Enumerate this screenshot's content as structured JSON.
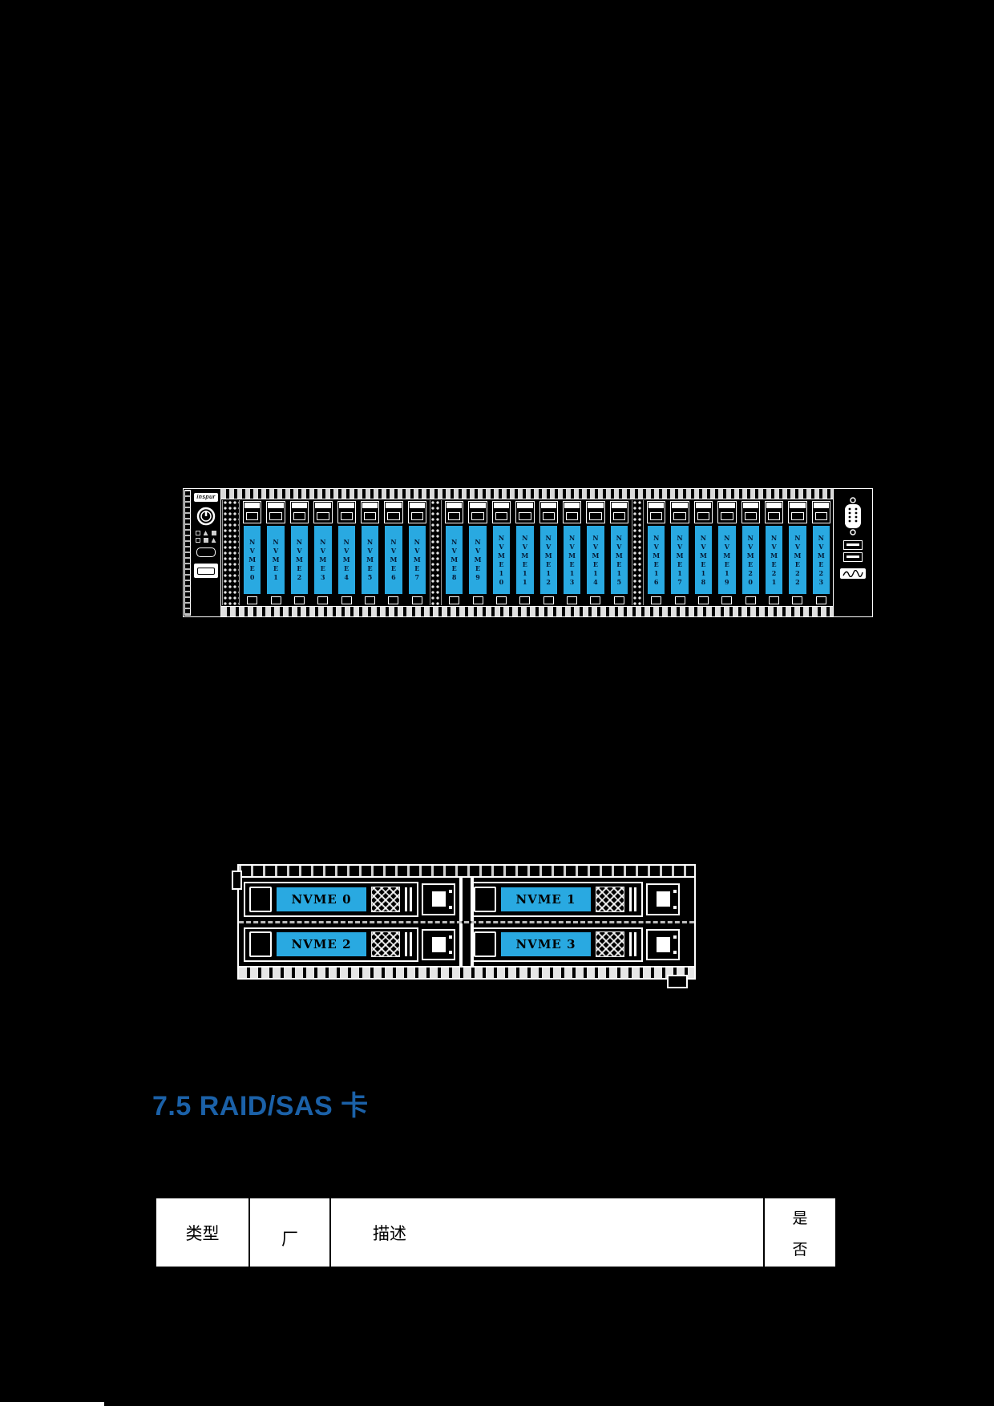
{
  "page": {
    "background": "#000000"
  },
  "colors": {
    "bay_fill": "#29A9E1",
    "heading_blue": "#1B61A8"
  },
  "server24": {
    "brand": "inspur",
    "bays": [
      "NVME0",
      "NVME1",
      "NVME2",
      "NVME3",
      "NVME4",
      "NVME5",
      "NVME6",
      "NVME7",
      "NVME8",
      "NVME9",
      "NVME10",
      "NVME11",
      "NVME12",
      "NVME13",
      "NVME14",
      "NVME15",
      "NVME16",
      "NVME17",
      "NVME18",
      "NVME19",
      "NVME20",
      "NVME21",
      "NVME22",
      "NVME23"
    ]
  },
  "server4": {
    "rows": [
      [
        "NVME 0",
        "NVME 1"
      ],
      [
        "NVME 2",
        "NVME 3"
      ]
    ]
  },
  "heading": {
    "text": "7.5 RAID/SAS 卡"
  },
  "table": {
    "col_type": "类型",
    "col_vendor": "厂",
    "col_desc": "描述",
    "col_yes": "是",
    "col_no": "否"
  }
}
